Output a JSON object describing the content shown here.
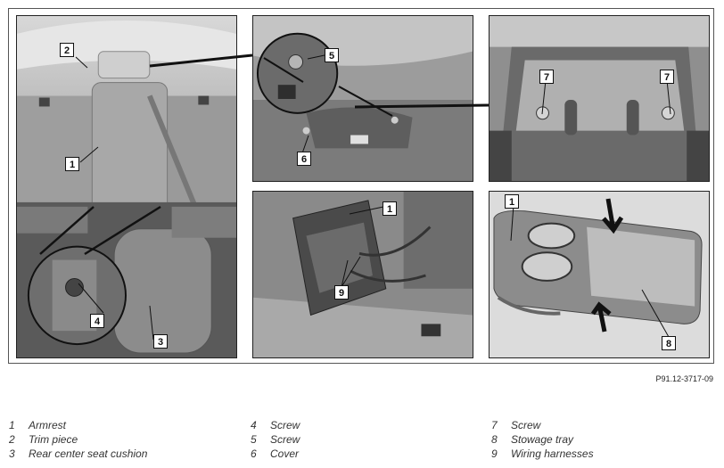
{
  "figure_code": "P91.12-3717-09",
  "callouts": {
    "p1": [
      "2",
      "1",
      "4",
      "3"
    ],
    "p2": [
      "5",
      "6"
    ],
    "p3": [
      "7",
      "7"
    ],
    "p4": [
      "1",
      "9"
    ],
    "p5": [
      "1",
      "8"
    ]
  },
  "legend": [
    [
      {
        "num": "1",
        "text": "Armrest"
      },
      {
        "num": "2",
        "text": "Trim piece"
      },
      {
        "num": "3",
        "text": "Rear center seat cushion"
      }
    ],
    [
      {
        "num": "4",
        "text": "Screw"
      },
      {
        "num": "5",
        "text": "Screw"
      },
      {
        "num": "6",
        "text": "Cover"
      }
    ],
    [
      {
        "num": "7",
        "text": "Screw"
      },
      {
        "num": "8",
        "text": "Stowage tray"
      },
      {
        "num": "9",
        "text": "Wiring harnesses"
      }
    ]
  ]
}
